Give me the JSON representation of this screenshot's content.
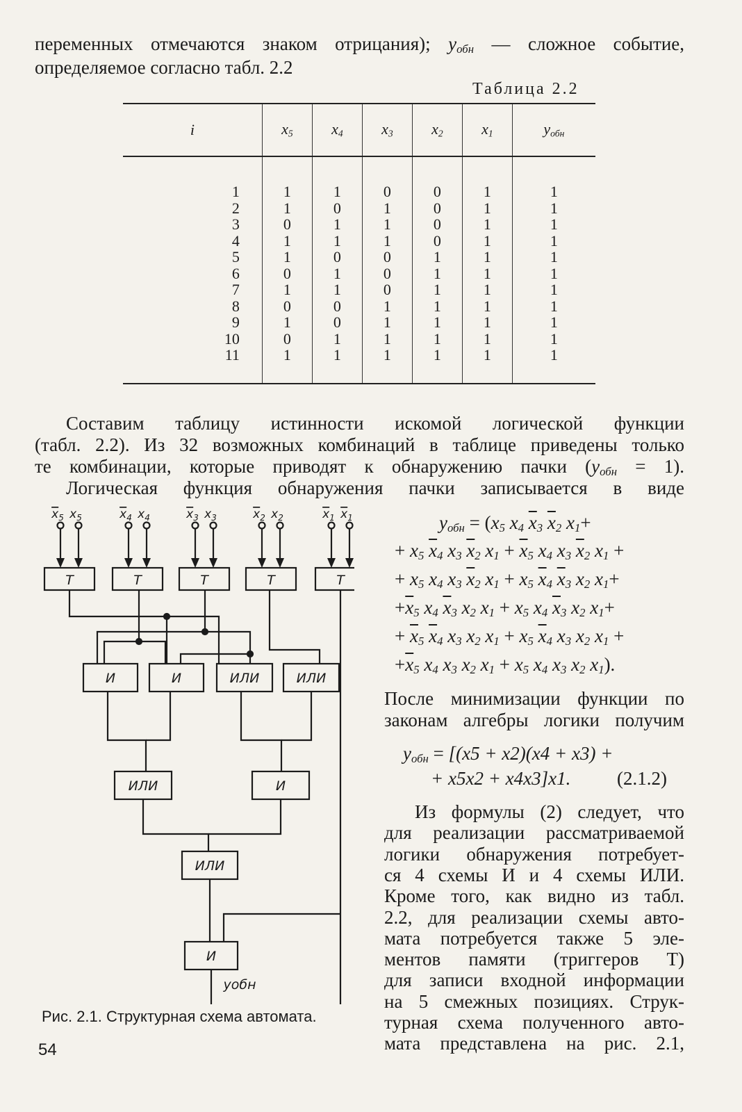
{
  "intro": {
    "line1_a": "переменных отмечаются знаком отрицания);",
    "line1_var": "y",
    "line1_sub": "обн",
    "line1_b": "— сложное событие,",
    "line2": "определяемое согласно табл. 2.2"
  },
  "table": {
    "caption": "Таблица 2.2",
    "headers": [
      "i",
      "x5",
      "x4",
      "x3",
      "x2",
      "x1",
      "yобн"
    ],
    "rows": [
      [
        "1",
        "1",
        "1",
        "0",
        "0",
        "1",
        "1"
      ],
      [
        "2",
        "1",
        "0",
        "1",
        "0",
        "1",
        "1"
      ],
      [
        "3",
        "0",
        "1",
        "1",
        "0",
        "1",
        "1"
      ],
      [
        "4",
        "1",
        "1",
        "1",
        "0",
        "1",
        "1"
      ],
      [
        "5",
        "1",
        "0",
        "0",
        "1",
        "1",
        "1"
      ],
      [
        "6",
        "0",
        "1",
        "0",
        "1",
        "1",
        "1"
      ],
      [
        "7",
        "1",
        "1",
        "0",
        "1",
        "1",
        "1"
      ],
      [
        "8",
        "0",
        "0",
        "1",
        "1",
        "1",
        "1"
      ],
      [
        "9",
        "1",
        "0",
        "1",
        "1",
        "1",
        "1"
      ],
      [
        "10",
        "0",
        "1",
        "1",
        "1",
        "1",
        "1"
      ],
      [
        "11",
        "1",
        "1",
        "1",
        "1",
        "1",
        "1"
      ]
    ]
  },
  "paragraph1": {
    "line1": "Составим таблицу истинности искомой логической функции",
    "line2": "(табл. 2.2). Из 32 возможных комбинаций в таблице приведены только",
    "line3_a": "те комбинации, которые приводят к обнаружению пачки (",
    "line3_var": "y",
    "line3_sub": "обн",
    "line3_b": "= 1).",
    "line4": "Логическая функция обнаружения пачки записывается в виде"
  },
  "formula": {
    "lhs": "y",
    "lhs_sub": "обн",
    "open": "= (",
    "close": ")."
  },
  "paragraph2": {
    "line1": "После минимизации функции по",
    "line2": "законам алгебры логики получим"
  },
  "minimized": {
    "line1": "[(x5 + x2)(x4 + x3) +",
    "line2": "+ x5x2 + x4x3]x1.",
    "eq_number": "(2.1.2)"
  },
  "paragraph3": [
    "Из формулы (2) следует, что",
    "для реализации рассматриваемой",
    "логики обнаружения потребует-",
    "ся 4 схемы И и 4 схемы ИЛИ.",
    "Кроме того, как видно из табл.",
    "2.2, для реализации схемы авто-",
    "мата потребуется также 5 эле-",
    "ментов памяти (триггеров Т)",
    "для записи входной информации",
    "на 5 смежных позициях. Струк-",
    "турная схема полученного авто-",
    "мата представлена на рис. 2.1,"
  ],
  "diagram": {
    "inputs": [
      "x5",
      "x5",
      "x4",
      "x4",
      "x3",
      "x3",
      "x2",
      "x2",
      "x1",
      "x1"
    ],
    "trigger_label": "T",
    "and_label": "И",
    "or_label": "ИЛИ",
    "output_label": "yобн"
  },
  "figure_caption": "Рис. 2.1. Структурная схема автомата.",
  "page_number": "54"
}
